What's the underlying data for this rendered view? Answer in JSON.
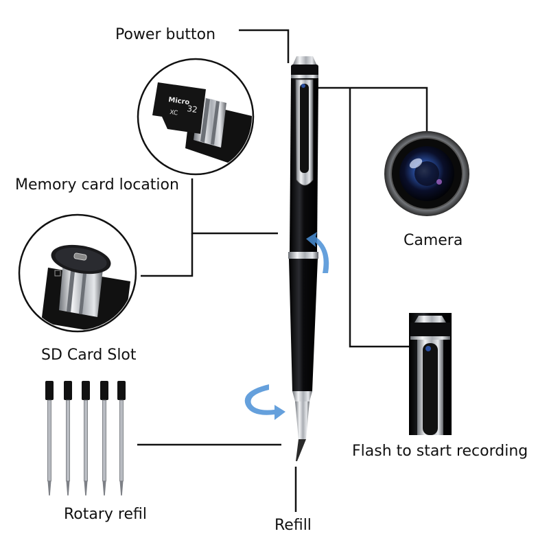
{
  "labels": {
    "power_button": "Power button",
    "memory_card_location": "Memory card location",
    "camera": "Camera",
    "sd_card_slot": "SD Card Slot",
    "flash_to_start_recording": "Flash to start recording",
    "rotary_refil": "Rotary refil",
    "refill": "Refill"
  },
  "card_text": {
    "brand": "Micro",
    "capacity": "32",
    "class": "XC"
  },
  "colors": {
    "pen_body": "#0d0d0f",
    "chrome": "#c9ccd1",
    "leader_line": "#111111",
    "arrow_blue": "#4a8fd6",
    "lens_blue": "#2a4fa0"
  }
}
